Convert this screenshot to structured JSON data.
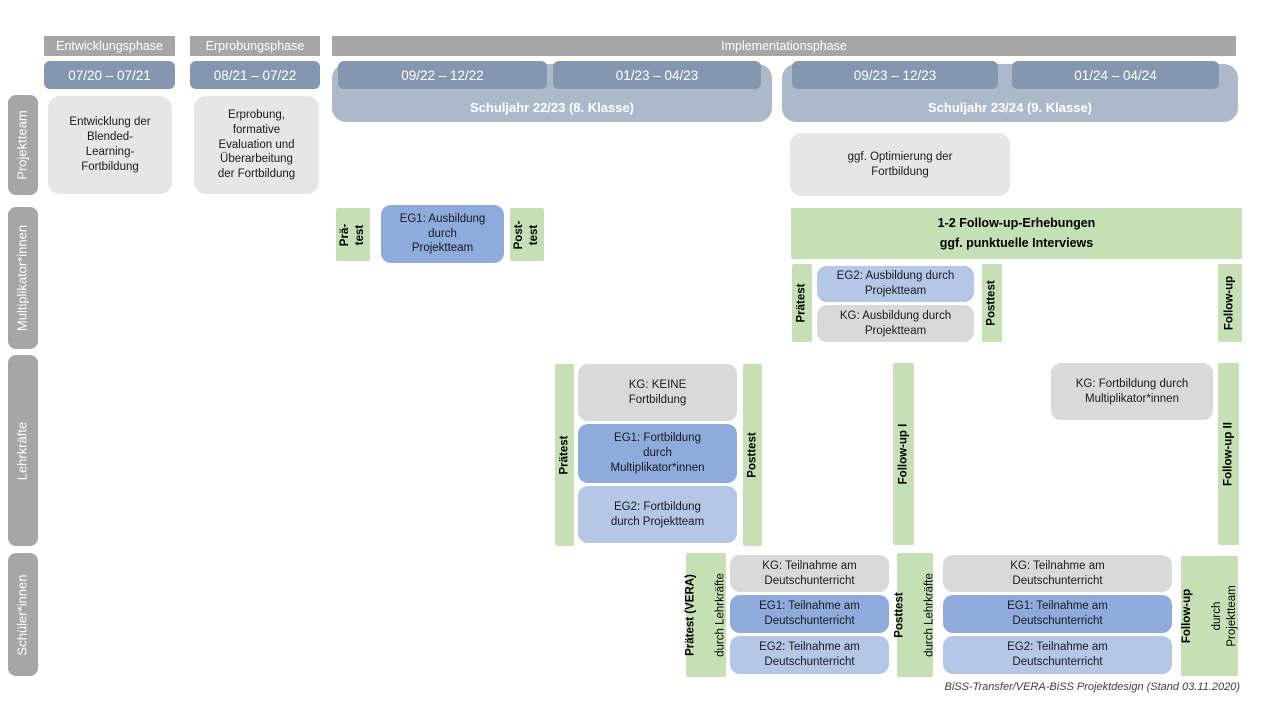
{
  "phases": {
    "entwicklung": {
      "label": "Entwicklungsphase",
      "date": "07/20 – 07/21"
    },
    "erprobung": {
      "label": "Erprobungsphase",
      "date": "08/21 – 07/22"
    },
    "implementation": {
      "label": "Implementationsphase",
      "schuljahr1": {
        "label": "Schuljahr 22/23 (8. Klasse)",
        "date1": "09/22 – 12/22",
        "date2": "01/23 – 04/23"
      },
      "schuljahr2": {
        "label": "Schuljahr 23/24 (9. Klasse)",
        "date1": "09/23 – 12/23",
        "date2": "01/24 – 04/24"
      }
    }
  },
  "row_labels": {
    "projektteam": "Projektteam",
    "multiplikatoren": "Multiplikator*innen",
    "lehrkraefte": "Lehrkräfte",
    "schueler": "Schüler*innen"
  },
  "projektteam_row": {
    "entwicklung_box": "Entwicklung der\nBlended-\nLearning-\nFortbildung",
    "erprobung_box": "Erprobung,\nformative\nEvaluation und\nÜberarbeitung\nder Fortbildung",
    "optimierung_box": "ggf. Optimierung der\nFortbildung"
  },
  "multiplikatoren_row": {
    "praetest_bar": "Prä-\ntest",
    "eg1_box": "EG1: Ausbildung\ndurch\nProjektteam",
    "posttest_bar": "Post-\ntest",
    "followup_box": "1-2 Follow-up-Erhebungen\nggf. punktuelle Interviews",
    "praetest2_bar": "Prätest",
    "eg2_box": "EG2: Ausbildung durch\nProjektteam",
    "kg_box": "KG: Ausbildung durch\nProjektteam",
    "posttest2_bar": "Posttest",
    "followup_bar": "Follow-up"
  },
  "lehrkraefte_row": {
    "praetest_bar": "Prätest",
    "kg_box": "KG: KEINE\nFortbildung",
    "eg1_box": "EG1: Fortbildung\ndurch\nMultiplikator*innen",
    "eg2_box": "EG2: Fortbildung\ndurch Projektteam",
    "posttest_bar": "Posttest",
    "followup1_bar": "Follow-up I",
    "kg2_box": "KG: Fortbildung durch\nMultiplikator*innen",
    "followup2_bar": "Follow-up II"
  },
  "schueler_row": {
    "praetest_label": "Prätest (VERA)",
    "praetest_sub": "durch Lehrkräfte",
    "kg_box": "KG: Teilnahme am\nDeutschunterricht",
    "eg1_box": "EG1: Teilnahme am\nDeutschunterricht",
    "eg2_box": "EG2: Teilnahme am\nDeutschunterricht",
    "posttest_label": "Posttest",
    "posttest_sub": "durch Lehrkräfte",
    "kg2_box": "KG: Teilnahme am\nDeutschunterricht",
    "eg1b_box": "EG1: Teilnahme am\nDeutschunterricht",
    "eg2b_box": "EG2: Teilnahme am\nDeutschunterricht",
    "followup_label": "Follow-up",
    "followup_sub": "durch\nProjektteam"
  },
  "footer": {
    "caption": "BiSS-Transfer/VERA-BiSS Projektdesign (Stand 03.11.2020)"
  },
  "colors": {
    "phase_header": "#A6A6A6",
    "row_label": "#A6A6A6",
    "date_bar": "#8496B0",
    "schuljahr_band": "#ACB9CA",
    "green": "#C5E0B4",
    "eg1_blue": "#8FAADC",
    "eg2_blue": "#B4C7E7",
    "kg_gray": "#D9D9D9",
    "projektteam_gray": "#E7E6E6"
  }
}
